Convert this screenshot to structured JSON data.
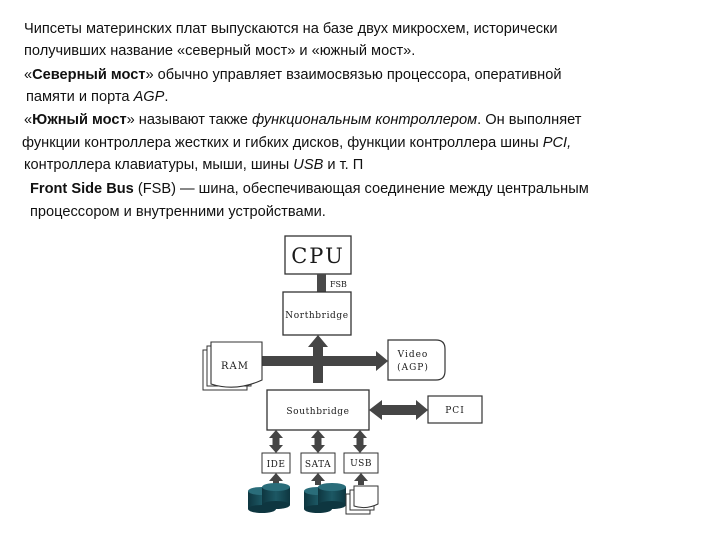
{
  "text": {
    "p1_line1": "Чипсеты материнских плат выпускаются на базе двух микросхем, исторически",
    "p1_line2": "получивших название «северный мост» и «южный мост».",
    "p2_open": "«",
    "p2_bold": "Северный мост",
    "p2_rest": "» обычно управляет взаимосвязью процессора, оперативной",
    "p2_line2_text": "памяти и порта ",
    "p2_line2_italic": "AGP",
    "p2_line2_end": ".",
    "p3_open": "«",
    "p3_bold": "Южный мост",
    "p3_mid": "» называют также ",
    "p3_italic": "функциональным контроллером",
    "p3_end": ". Он выполняет",
    "p3_line2_text": "функции контроллера жестких и гибких дисков, функции контроллера шины ",
    "p3_line2_italic": "PCI,",
    "p3_line3_text": "контроллера клавиатуры, мыши, шины ",
    "p3_line3_italic": "USB",
    "p3_line3_end": " и т. П",
    "p4_bold": "Front Side Bus",
    "p4_rest": " (FSB) — шина, обеспечивающая соединение между центральным",
    "p4_line2": "процессором и внутренними устройствами."
  },
  "diagram": {
    "cpu": "CPU",
    "fsb": "FSB",
    "northbridge": "Northbridge",
    "ram": "RAM",
    "video_line1": "Video",
    "video_line2": "(AGP)",
    "southbridge": "Southbridge",
    "pci": "PCI",
    "ide": "IDE",
    "sata": "SATA",
    "usb": "USB"
  }
}
